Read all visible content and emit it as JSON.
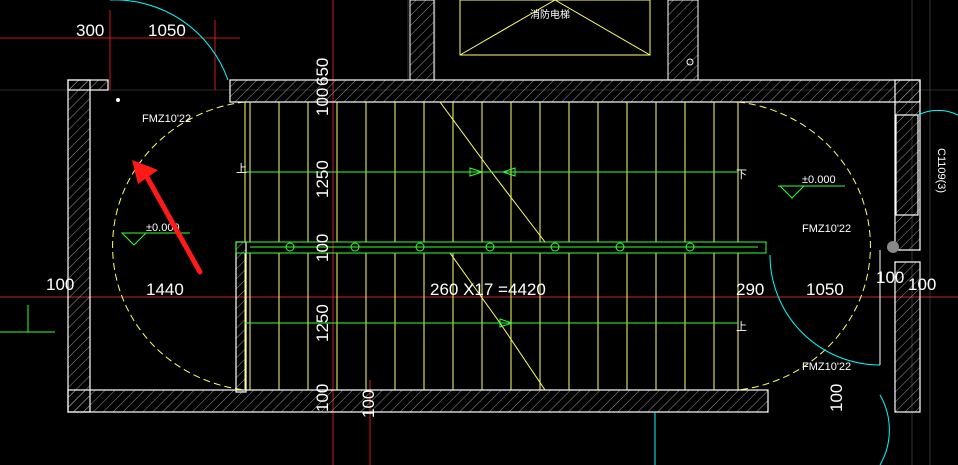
{
  "colors": {
    "background": "#000000",
    "wall": "#ffffff",
    "stair": "#ffff66",
    "handrail": "#33ff33",
    "door_frame": "#00ffff",
    "dim_line": "#ff2222",
    "arrow": "#ff1a1a"
  },
  "labels": {
    "elevator": "消防电梯",
    "up": "上",
    "down": "下",
    "stair_dim": "260 X17 =4420",
    "window_tag": "C1109(3)",
    "level_left": "±0.000",
    "level_right": "±0.000",
    "door_top_left": "FMZ10'22",
    "door_right_top": "FMZ10'22",
    "door_right_bottom": "FMZ10'22"
  },
  "dimensions": {
    "top": [
      "300",
      "1050"
    ],
    "vertical": [
      "650",
      "100",
      "1250",
      "100",
      "1250",
      "100",
      "100"
    ],
    "horizontal": [
      "100",
      "1440",
      "290",
      "1050",
      "100",
      "100"
    ]
  },
  "icons": [
    "annotation-arrow-icon",
    "level-marker-icon"
  ]
}
